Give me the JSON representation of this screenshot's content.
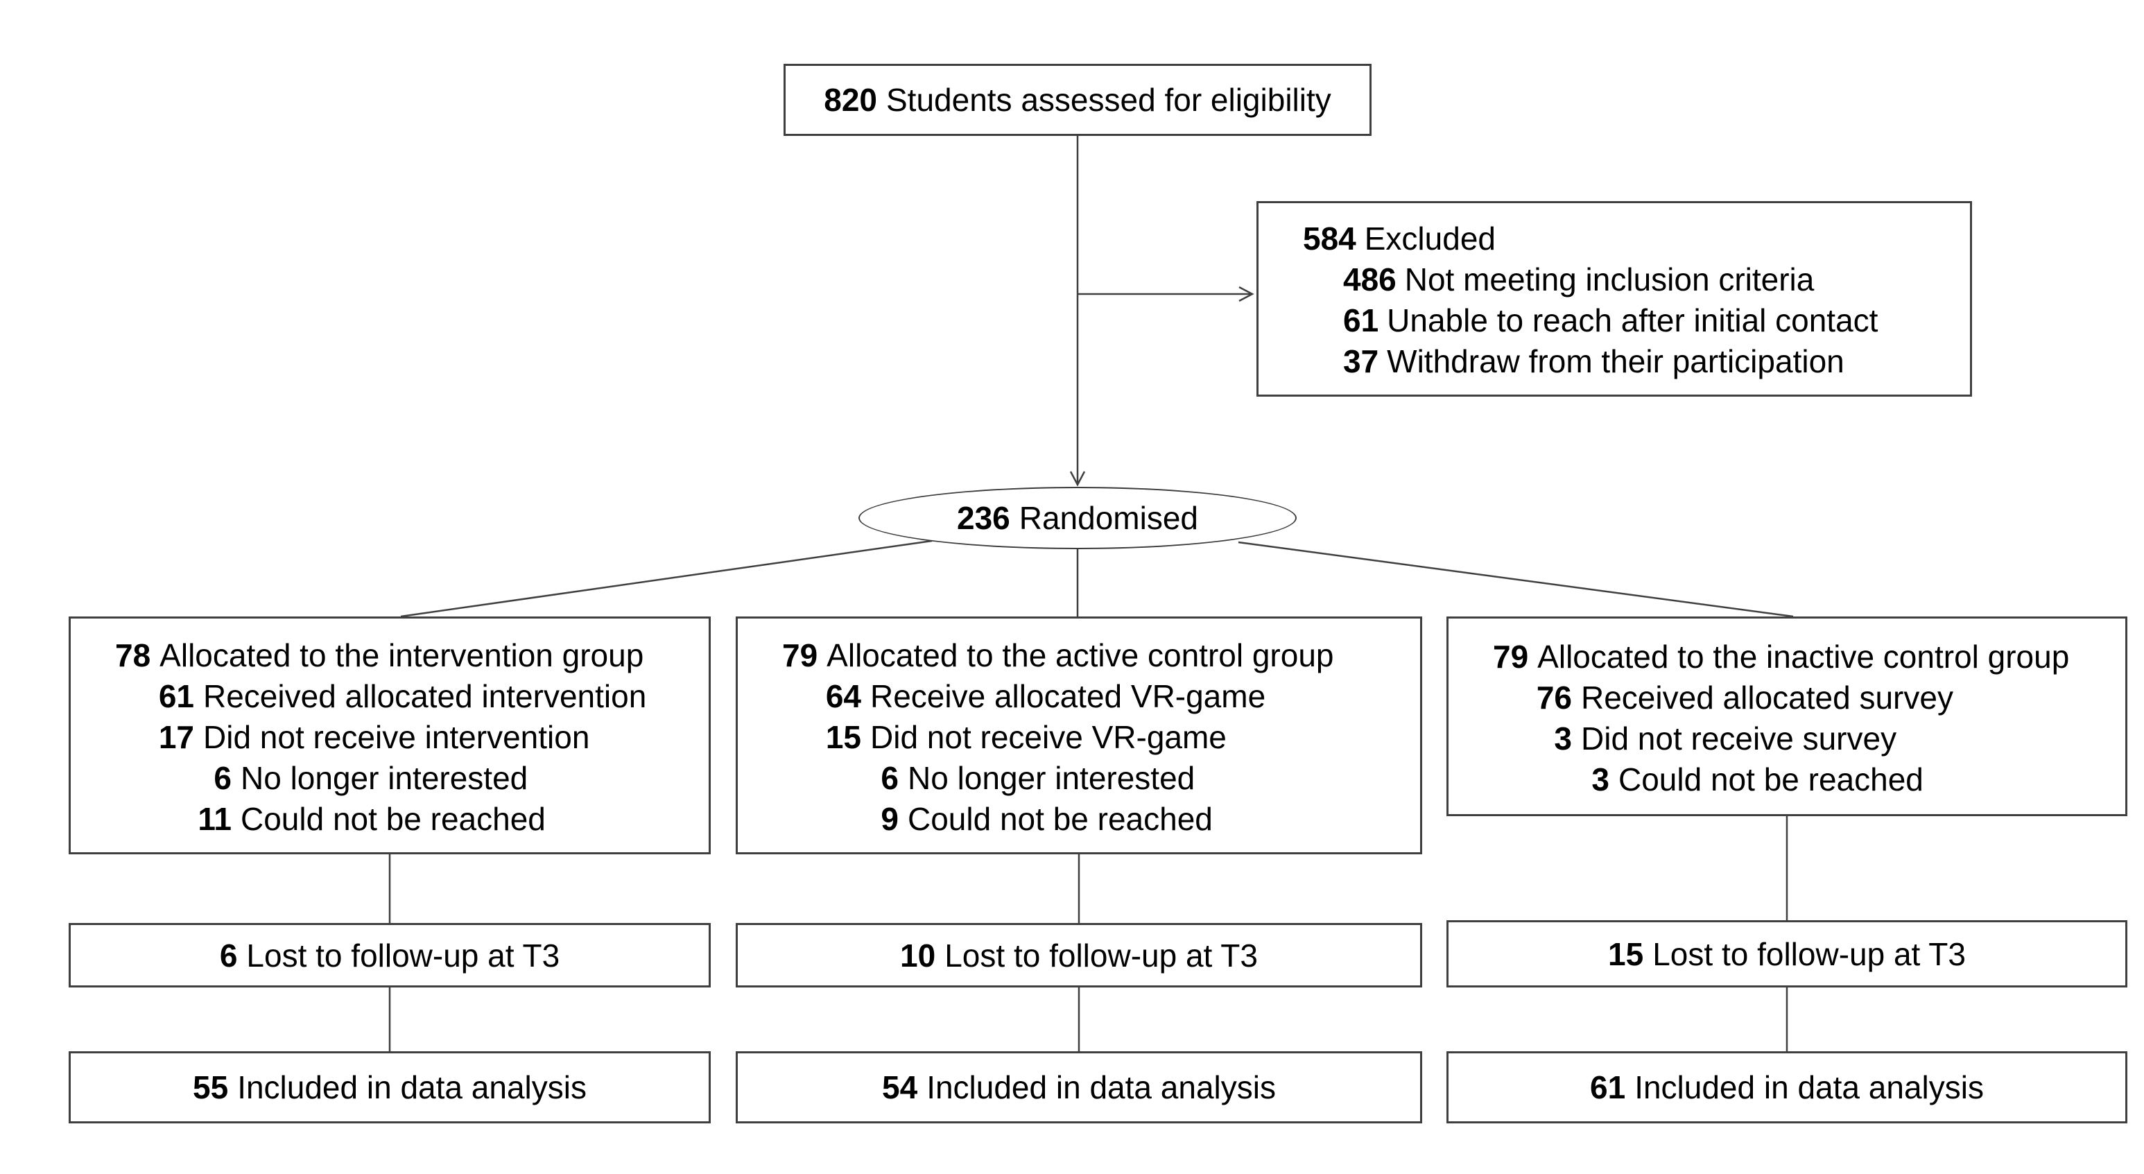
{
  "page": {
    "background_color": "#ffffff",
    "line_color": "#3f3f3f",
    "text_color": "#000000"
  },
  "diagram": {
    "eligibility": {
      "n": "820",
      "text": "Students assessed for eligibility"
    },
    "excluded": {
      "lines": [
        {
          "n": "584",
          "text": "Excluded"
        },
        {
          "n": "486",
          "text": "Not meeting inclusion criteria"
        },
        {
          "n": "61",
          "text": "Unable to reach after initial contact"
        },
        {
          "n": "37",
          "text": "Withdraw from their participation"
        }
      ]
    },
    "randomised": {
      "n": "236",
      "text": "Randomised"
    },
    "groups": [
      {
        "name": "intervention group",
        "allocation": [
          {
            "n": "78",
            "text": "Allocated to the intervention group"
          },
          {
            "n": "61",
            "text": "Received allocated intervention"
          },
          {
            "n": "17",
            "text": "Did not receive intervention"
          },
          {
            "n": "6",
            "text": "No longer interested"
          },
          {
            "n": "11",
            "text": "Could not be reached"
          }
        ],
        "lost": {
          "n": "6",
          "text": "Lost to follow-up at T3"
        },
        "analysis": {
          "n": "55",
          "text": "Included in data analysis"
        }
      },
      {
        "name": "active control group",
        "allocation": [
          {
            "n": "79",
            "text": "Allocated to the active control group"
          },
          {
            "n": "64",
            "text": "Receive allocated VR-game"
          },
          {
            "n": "15",
            "text": "Did not receive VR-game"
          },
          {
            "n": "6",
            "text": "No longer interested"
          },
          {
            "n": "9",
            "text": "Could not be reached"
          }
        ],
        "lost": {
          "n": "10",
          "text": "Lost to follow-up at T3"
        },
        "analysis": {
          "n": "54",
          "text": "Included in data analysis"
        }
      },
      {
        "name": "inactive control group",
        "allocation": [
          {
            "n": "79",
            "text": "Allocated to the inactive control group"
          },
          {
            "n": "76",
            "text": "Received allocated survey"
          },
          {
            "n": "3",
            "text": "Did not receive survey"
          },
          {
            "n": "3",
            "text": "Could not be reached"
          }
        ],
        "lost": {
          "n": "15",
          "text": "Lost to follow-up at T3"
        },
        "analysis": {
          "n": "61",
          "text": "Included in data analysis"
        }
      }
    ]
  }
}
